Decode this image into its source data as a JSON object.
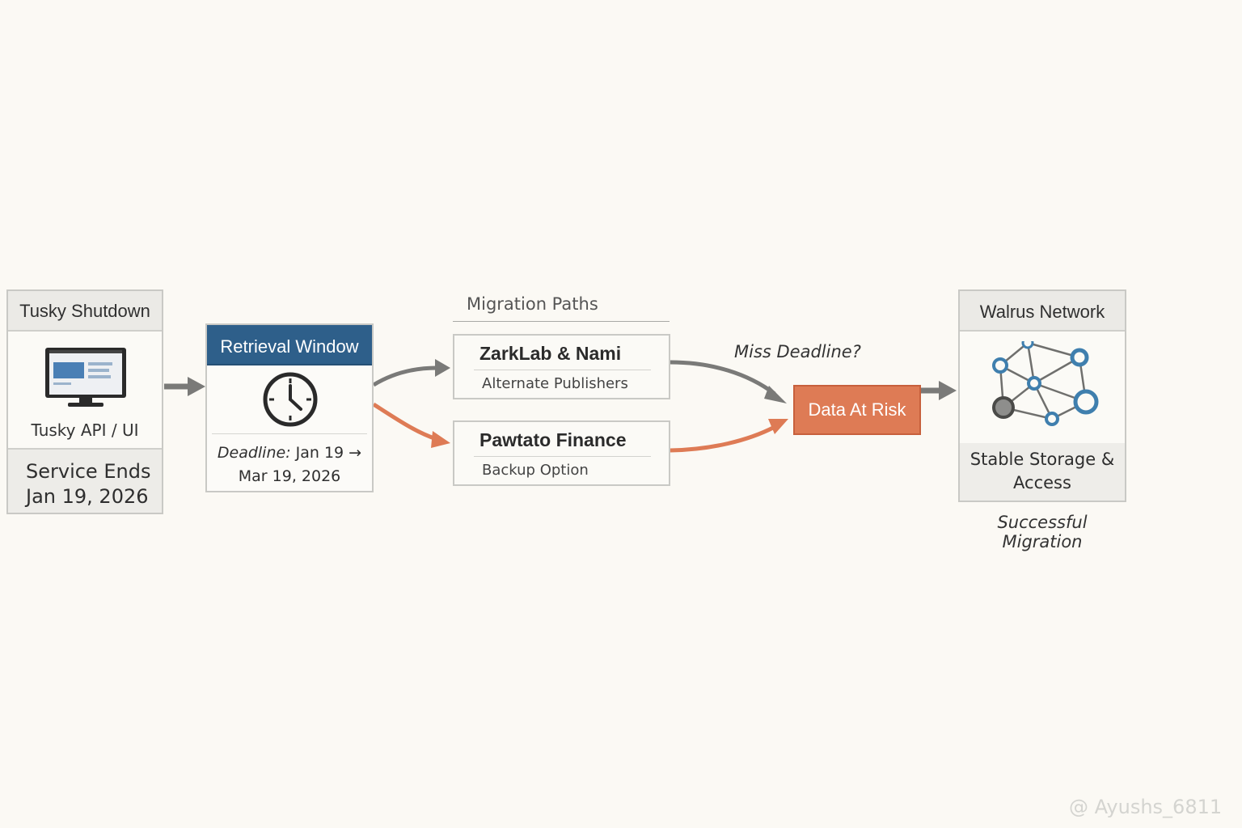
{
  "tusky": {
    "title": "Tusky Shutdown",
    "api_label": "Tusky API / UI",
    "service_line1": "Service Ends",
    "service_line2": "Jan 19, 2026"
  },
  "retrieval": {
    "title": "Retrieval Window",
    "deadline_prefix": "Deadline:",
    "deadline_line1": " Jan 19 →",
    "deadline_line2": "Mar 19, 2026"
  },
  "migration": {
    "title": "Migration Paths",
    "paths": [
      {
        "name": "ZarkLab & Nami",
        "subtitle": "Alternate Publishers"
      },
      {
        "name": "Pawtato Finance",
        "subtitle": "Backup Option"
      }
    ]
  },
  "miss_label": "Miss Deadline?",
  "risk_label": "Data At Risk",
  "walrus": {
    "title": "Walrus Network",
    "footer": "Stable Storage & Access"
  },
  "success_label": "Successful Migration",
  "watermark": "@ Ayushs_6811",
  "colors": {
    "blue_header": "#2e5f8a",
    "orange": "#de7b55",
    "gray_arrow": "#7a7a78"
  },
  "icons": {
    "monitor": "monitor-icon",
    "clock": "clock-icon",
    "network": "network-icon"
  }
}
